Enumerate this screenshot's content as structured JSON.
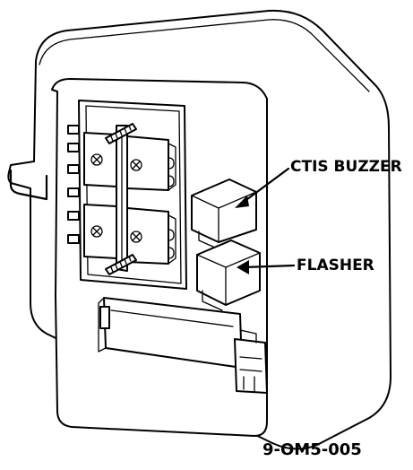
{
  "labels": {
    "ctis_buzzer": "CTIS BUZZER",
    "flasher": "FLASHER",
    "figure_id": "9-OM5-005"
  },
  "colors": {
    "line": "#000000",
    "background": "#ffffff"
  }
}
